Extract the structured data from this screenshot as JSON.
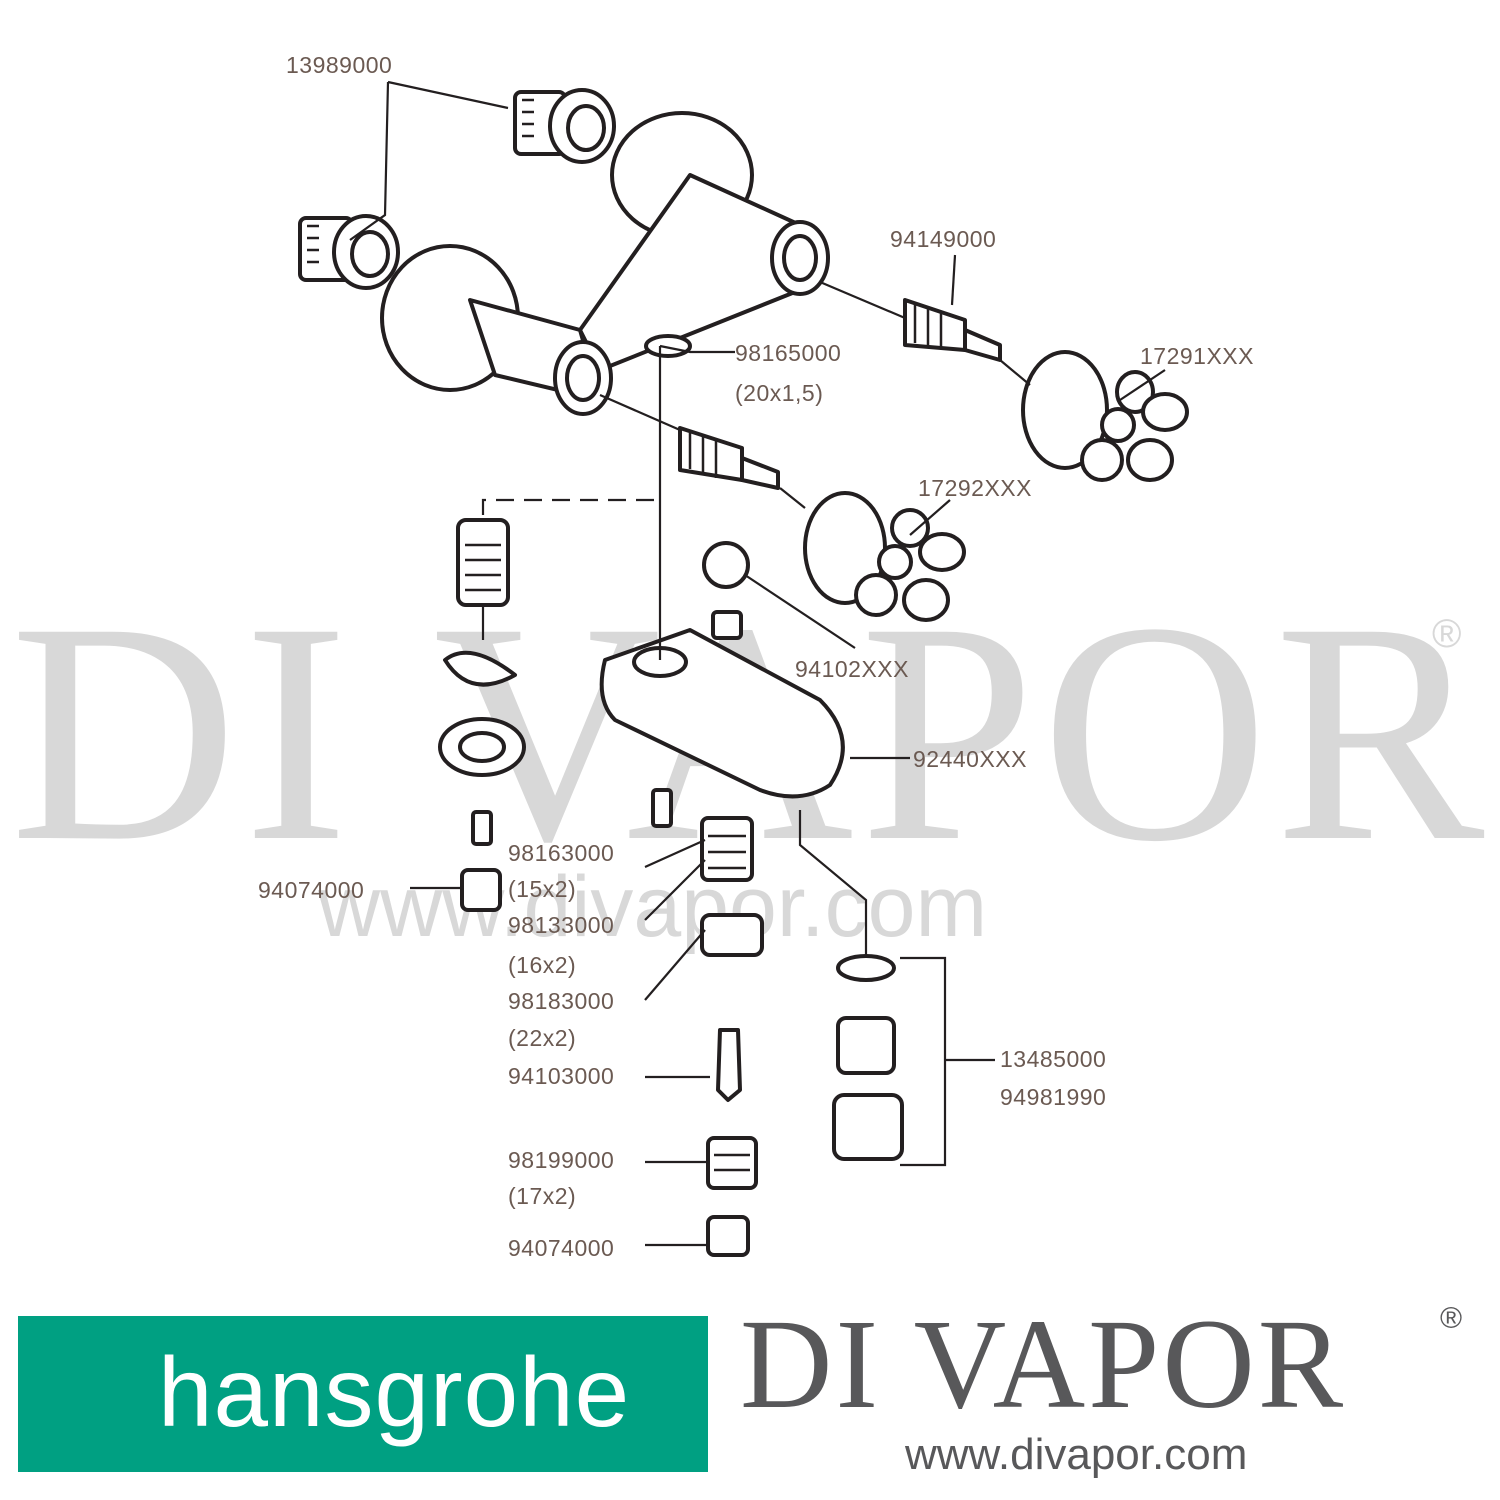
{
  "watermark": {
    "brand": "DI VAPOR",
    "registered": "®",
    "url": "www.divapor.com"
  },
  "labels": [
    "13989000",
    "94149000",
    "98165000",
    "(20x1,5)",
    "17291XXX",
    "17292XXX",
    "94102XXX",
    "92440XXX",
    "98163000",
    "(15x2)",
    "94074000",
    "98133000",
    "(16x2)",
    "98183000",
    "(22x2)",
    "94103000",
    "98199000",
    "(17x2)",
    "94074000",
    "13485000",
    "94981990"
  ],
  "footer": {
    "hansgrohe_logo": "hansgrohe",
    "hansgrohe_color": "#00a082",
    "divapor_logo": "DI VAPOR",
    "divapor_registered": "®",
    "divapor_url": "www.divapor.com"
  }
}
